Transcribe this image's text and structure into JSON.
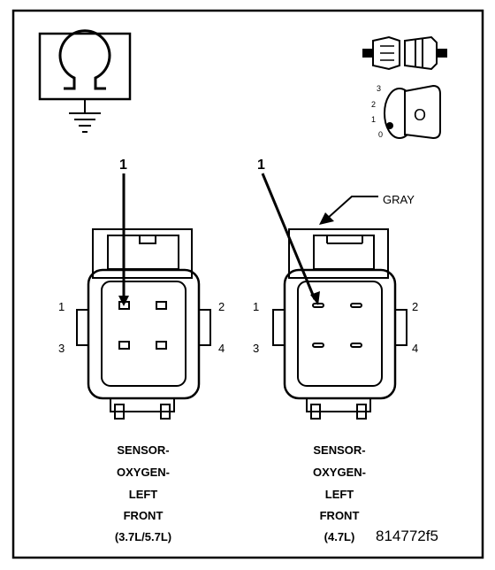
{
  "callout_number": "1",
  "left_connector": {
    "pin_labels": [
      "1",
      "2",
      "3",
      "4"
    ],
    "caption": [
      "SENSOR-",
      "OXYGEN-",
      "LEFT",
      "FRONT",
      "(3.7L/5.7L)"
    ]
  },
  "right_connector": {
    "pin_labels": [
      "1",
      "2",
      "3",
      "4"
    ],
    "color_label": "GRAY",
    "caption": [
      "SENSOR-",
      "OXYGEN-",
      "LEFT",
      "FRONT",
      "(4.7L)"
    ]
  },
  "ignition_positions": [
    "3",
    "2",
    "1",
    "0"
  ],
  "key_label": "O",
  "figure_id": "814772f5",
  "icons": [
    "ohm-ground-icon",
    "connector-disconnect-icon",
    "ignition-key-icon"
  ]
}
